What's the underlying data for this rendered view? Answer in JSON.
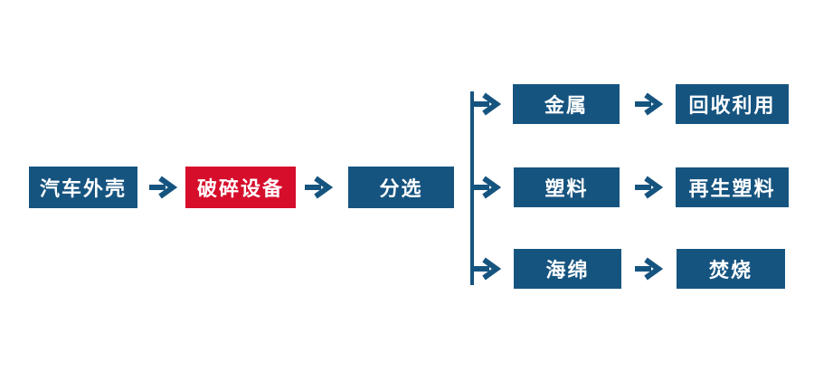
{
  "colors": {
    "node_blue": "#165480",
    "node_red": "#D60E2C",
    "text": "#FFFFFF",
    "background": "#FFFFFF"
  },
  "flowchart": {
    "main_flow": {
      "nodes": [
        {
          "label": "汽车外壳",
          "style": "blue"
        },
        {
          "label": "破碎设备",
          "style": "red"
        },
        {
          "label": "分选",
          "style": "blue"
        }
      ]
    },
    "branches": [
      {
        "material": "金属",
        "disposal": "回收利用"
      },
      {
        "material": "塑料",
        "disposal": "再生塑料"
      },
      {
        "material": "海绵",
        "disposal": "焚烧"
      }
    ]
  }
}
